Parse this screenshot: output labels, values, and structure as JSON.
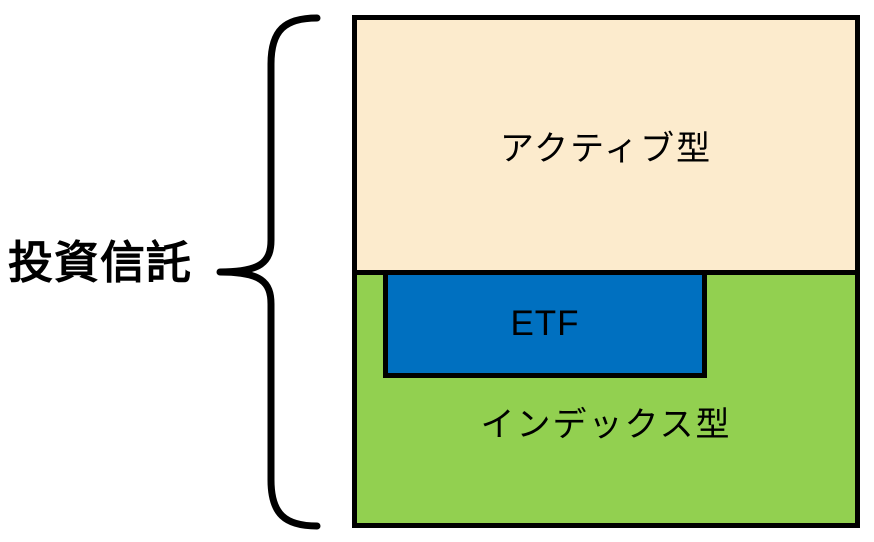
{
  "diagram": {
    "label": "投資信託",
    "outer_box": {
      "active_section": {
        "label": "アクティブ型"
      },
      "index_section": {
        "label": "インデックス型"
      },
      "etf_box": {
        "label": "ETF"
      }
    }
  },
  "colors": {
    "cream": "#FCEBCD",
    "green": "#92D050",
    "blue": "#0070C0",
    "line": "#000000",
    "bg": "#FFFFFF",
    "text": "#000000"
  },
  "icons": {
    "brace": "left-curly-brace"
  }
}
